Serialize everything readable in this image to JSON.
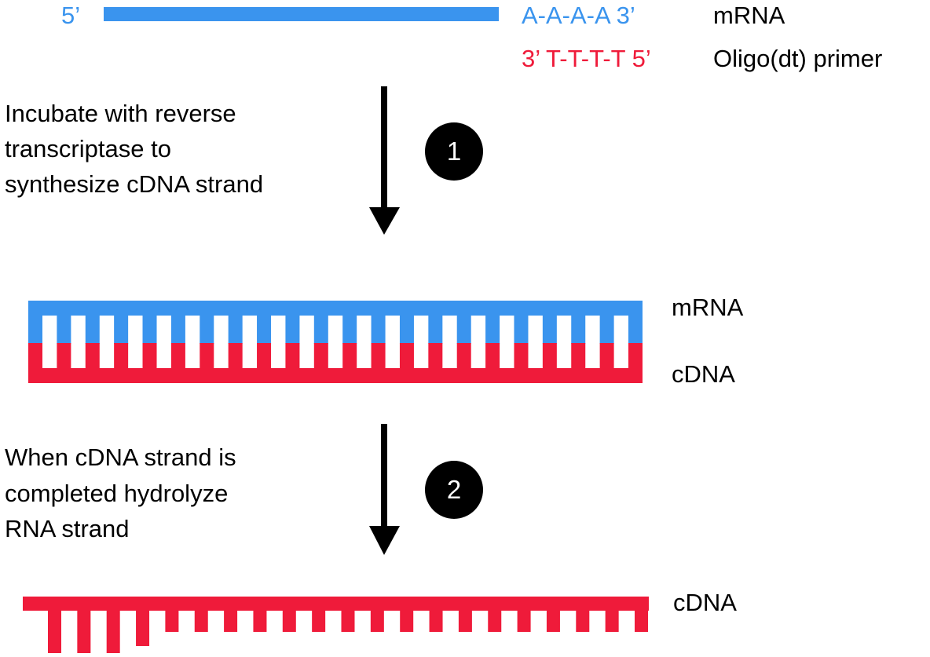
{
  "colors": {
    "mrna": "#3a94ee",
    "cdna": "#ef1b3a",
    "text": "#000000",
    "arrow": "#000000",
    "badge_fill": "#000000",
    "badge_text": "#ffffff"
  },
  "top": {
    "mrna_five_prime": "5’",
    "poly_a": "A-A-A-A 3’",
    "mrna_label": "mRNA",
    "oligo_dt": "3’ T-T-T-T 5’",
    "primer_label": "Oligo(dt) primer"
  },
  "step1": {
    "number": "1",
    "text_lines": [
      "Incubate with reverse",
      "transcriptase to",
      "synthesize cDNA strand"
    ]
  },
  "hybrid": {
    "mrna_label": "mRNA",
    "cdna_label": "cDNA"
  },
  "step2": {
    "number": "2",
    "text_lines": [
      "When cDNA strand is",
      "completed hydrolyze",
      "RNA strand"
    ]
  },
  "bottom": {
    "cdna_label": "cDNA"
  }
}
